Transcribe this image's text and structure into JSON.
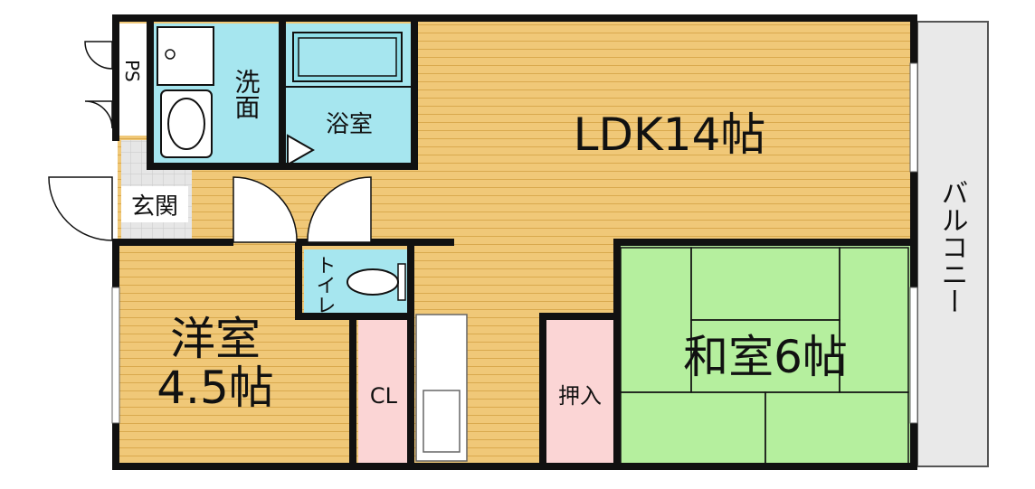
{
  "rooms": {
    "ldk": "LDK14帖",
    "western_line1": "洋室",
    "western_line2": "4.5帖",
    "japanese": "和室6帖",
    "bath": "浴室",
    "washroom": "洗面",
    "entrance": "玄関",
    "toilet": "トイレ",
    "closet": "CL",
    "oshiire": "押入",
    "balcony": "バルコニー",
    "ps": "PS"
  },
  "colors": {
    "wood_floor": "#f0c878",
    "wood_line": "#d9a94e",
    "tile": "#a6e6ef",
    "tatami": "#b5ef9e",
    "pink": "#fbd5d5",
    "balcony": "#e9e9e9",
    "entrance_tile": "#e6e6e6",
    "wall": "#111111"
  }
}
